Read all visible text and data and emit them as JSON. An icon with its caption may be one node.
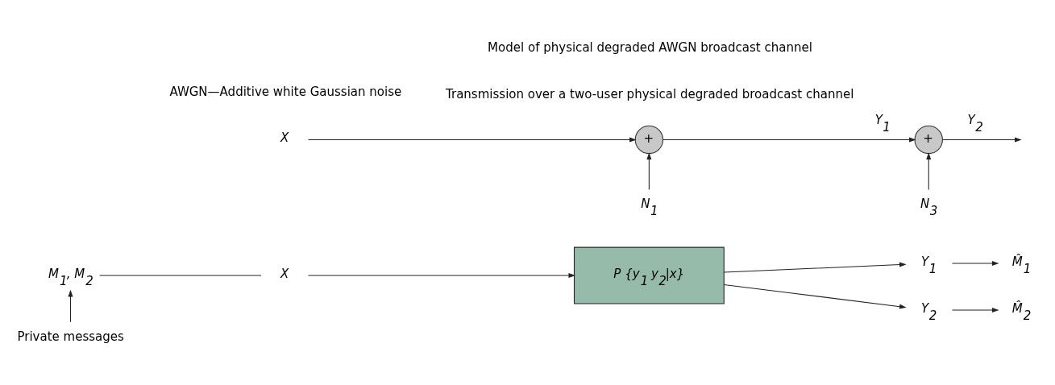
{
  "diagram": {
    "nodes": [
      {
        "text": [
          "M$_{1}$, M$_{2}$"
        ]
      },
      {
        "text": [
          "X"
        ]
      },
      {
        "text": [
          "P {y$_{1}$ y$_{2}$|x}"
        ]
      },
      {
        "text": [
          "Y$_{1}$"
        ]
      },
      {
        "text": [
          "Y$_{2}$"
        ]
      },
      {
        "text": [
          "M̂$_{1}$"
        ]
      },
      {
        "text": [
          "M̂$_{2}$"
        ]
      },
      {
        "text": [
          "Private messages"
        ]
      },
      {
        "text": [
          "X"
        ]
      },
      {
        "text": [
          "+"
        ]
      },
      {
        "text": [
          "+"
        ]
      },
      {
        "text": [
          "N$_{1}$"
        ]
      },
      {
        "text": [
          "N$_{3}$"
        ]
      }
    ],
    "edges": [
      {
        "from": 0,
        "to": 1,
        "arrow": "none"
      },
      {
        "from": 1,
        "to": 2,
        "arrow": "to"
      },
      {
        "from": 2,
        "to": 3,
        "arrow": "to"
      },
      {
        "from": 2,
        "to": 4,
        "arrow": "to"
      },
      {
        "from": 3,
        "to": 5,
        "arrow": "to"
      },
      {
        "from": 4,
        "to": 6,
        "arrow": "to"
      },
      {
        "from": 7,
        "to": 0,
        "arrow": "to"
      },
      {
        "from": 8,
        "to": 9,
        "arrow": "to"
      },
      {
        "from": 9,
        "to": 10,
        "arrow": "to",
        "label": "Y$_{1}$"
      },
      {
        "from": 10,
        "to": null,
        "arrow": "to",
        "label": "Y$_{2}$"
      },
      {
        "from": 11,
        "to": 9,
        "arrow": "to"
      },
      {
        "from": 12,
        "to": 10,
        "arrow": "to"
      }
    ],
    "labels": [
      "Transmission over a two-user physical degraded broadcast channel",
      "Model of physical degraded AWGN broadcast channel",
      "AWGN—Additive white Gaussian noise"
    ]
  }
}
